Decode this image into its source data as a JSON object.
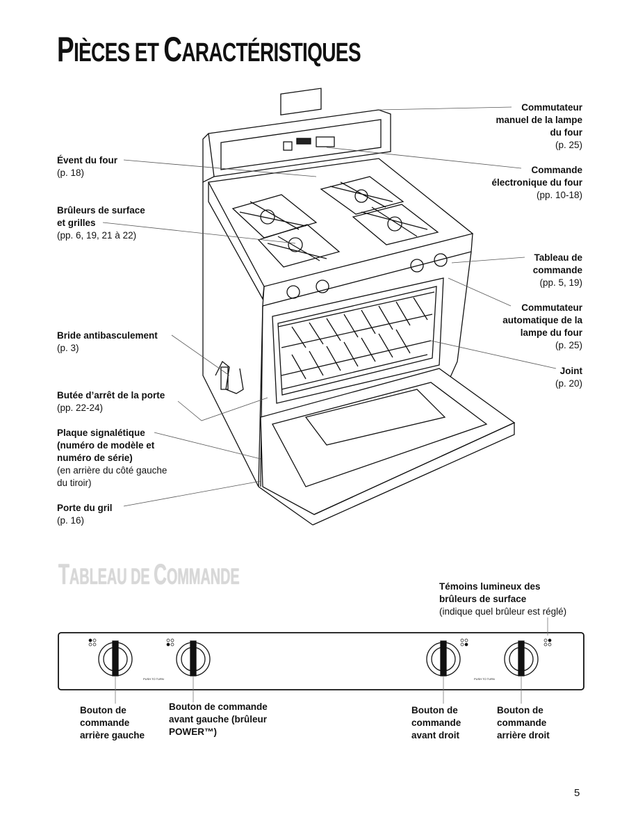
{
  "title": {
    "part1_big": "P",
    "part1_small": "IÈCES ET ",
    "part2_big": "C",
    "part2_small": "ARACTÉRISTIQUES"
  },
  "oven_callouts": {
    "lamp_switch": {
      "name_lines": [
        "Commutateur",
        "manuel de la lampe",
        "du four"
      ],
      "page": "(p. 25)"
    },
    "oven_vent": {
      "name_lines": [
        "Évent du four"
      ],
      "page": "(p. 18)"
    },
    "electronic_control": {
      "name_lines": [
        "Commande",
        "électronique du four"
      ],
      "page": "(pp. 10-18)"
    },
    "burners": {
      "name_lines": [
        "Brûleurs de surface",
        "et grilles"
      ],
      "page": "(pp. 6, 19, 21 à 22)"
    },
    "control_panel": {
      "name_lines": [
        "Tableau de",
        "commande"
      ],
      "page": "(pp. 5, 19)"
    },
    "auto_lamp_switch": {
      "name_lines": [
        "Commutateur",
        "automatique de la",
        "lampe du four"
      ],
      "page": "(p. 25)"
    },
    "anti_tip": {
      "name_lines": [
        "Bride antibasculement"
      ],
      "page": "(p. 3)"
    },
    "gasket": {
      "name_lines": [
        "Joint"
      ],
      "page": "(p. 20)"
    },
    "door_stop": {
      "name_lines": [
        "Butée d’arrêt de la porte"
      ],
      "page": "(pp. 22-24)"
    },
    "nameplate": {
      "name_lines": [
        "Plaque signalétique",
        "(numéro de modèle et",
        "numéro de série)"
      ],
      "note_lines": [
        "(en arrière du côté gauche",
        "du tiroir)"
      ]
    },
    "broiler_door": {
      "name_lines": [
        "Porte du gril"
      ],
      "page": "(p. 16)"
    }
  },
  "subtitle": {
    "part1_big": "T",
    "part1_small": "ABLEAU DE ",
    "part2_big": "C",
    "part2_small": "OMMANDE"
  },
  "indicators": {
    "name_lines": [
      "Témoins lumineux des",
      "brûleurs de surface"
    ],
    "note": "(indique quel brûleur est réglé)"
  },
  "knobs": {
    "rear_left": [
      "Bouton de",
      "commande",
      "arrière gauche"
    ],
    "front_left": [
      "Bouton de commande",
      "avant gauche (brûleur",
      "POWER™)"
    ],
    "front_right": [
      "Bouton de",
      "commande",
      "avant droit"
    ],
    "rear_right": [
      "Bouton de",
      "commande",
      "arrière droit"
    ],
    "push_to_turn": "PUSH TO TURN"
  },
  "page_number": "5"
}
